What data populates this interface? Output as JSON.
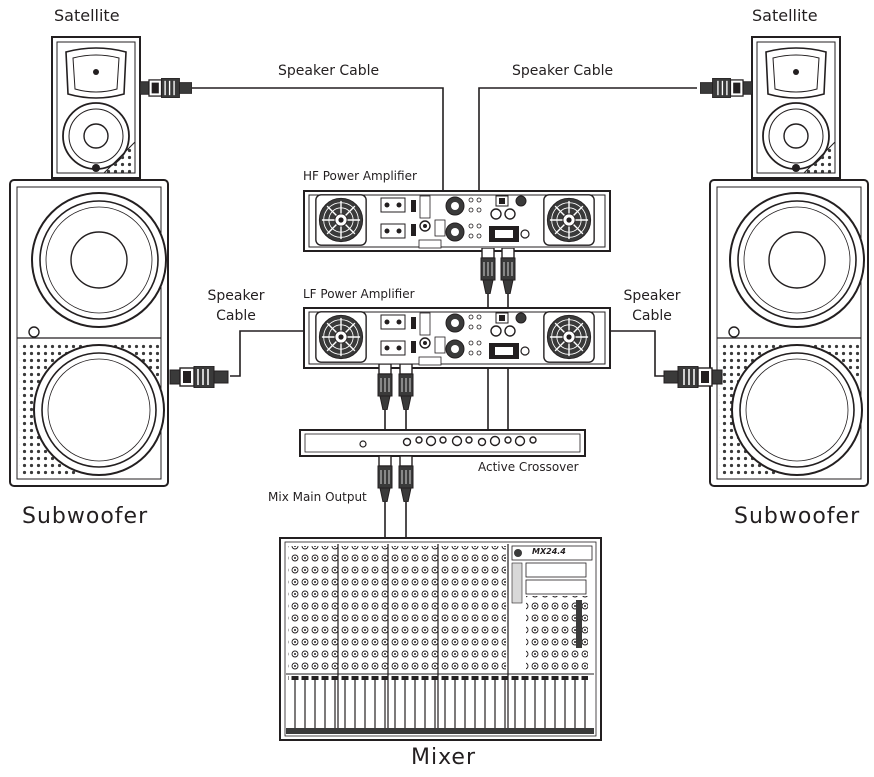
{
  "labels": {
    "satellite_left": "Satellite",
    "satellite_right": "Satellite",
    "speaker_cable_top_left": "Speaker Cable",
    "speaker_cable_top_right": "Speaker Cable",
    "hf_power_amplifier": "HF Power Amplifier",
    "lf_power_amplifier": "LF Power Amplifier",
    "speaker_cable_left_line1": "Speaker",
    "speaker_cable_left_line2": "Cable",
    "speaker_cable_right_line1": "Speaker",
    "speaker_cable_right_line2": "Cable",
    "active_crossover": "Active Crossover",
    "mix_main_output": "Mix Main Output",
    "subwoofer_left": "Subwoofer",
    "subwoofer_right": "Subwoofer",
    "mixer": "Mixer",
    "mixer_model": "MX24.4"
  },
  "icons": {
    "speaker_connector": "speakon-connector-icon",
    "xlr_connector": "xlr-connector-icon",
    "cooling_fan": "fan-icon"
  },
  "colors": {
    "line": "#231f20",
    "panel_fill": "#ffffff",
    "dark_fill": "#3a3a3a",
    "mid_fill": "#8a8a8a",
    "light_fill": "#d8d8d8"
  }
}
